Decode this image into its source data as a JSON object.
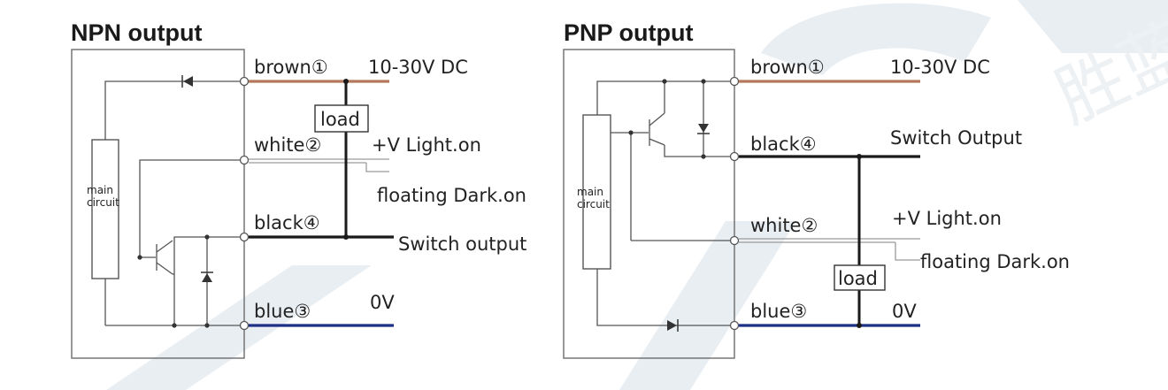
{
  "colors": {
    "brown": "#b5785a",
    "blue": "#1d2f86",
    "black": "#1a1a1a",
    "white_wire": "#9a9a9a",
    "frame": "#6b6b6b"
  },
  "npn": {
    "title": "NPN output",
    "main_circuit_line1": "main",
    "main_circuit_line2": "circuit",
    "wires": {
      "brown": "brown①",
      "white": "white②",
      "black": "black④",
      "blue": "blue③"
    },
    "load": "load",
    "supply": "10-30V DC",
    "light_on": "+V Light.on",
    "dark_on": "floating Dark.on",
    "switch": "Switch output",
    "zero_v": "0V"
  },
  "pnp": {
    "title": "PNP output",
    "main_circuit_line1": "main",
    "main_circuit_line2": "circuit",
    "wires": {
      "brown": "brown①",
      "black": "black④",
      "white": "white②",
      "blue": "blue③"
    },
    "load": "load",
    "supply": "10-30V DC",
    "switch": "Switch Output",
    "light_on": "+V Light.on",
    "dark_on": "floating Dark.on",
    "zero_v": "0V"
  },
  "watermark": "胜蓝"
}
